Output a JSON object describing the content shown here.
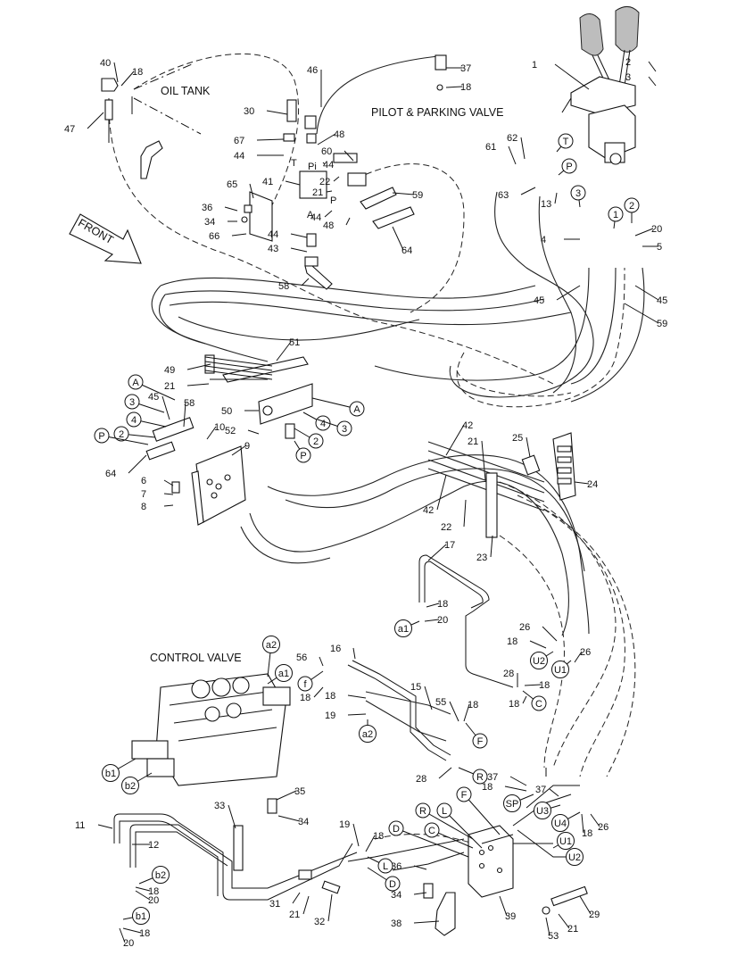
{
  "labels": {
    "oil_tank": "OIL TANK",
    "pilot_parking_valve": "PILOT & PARKING VALVE",
    "front": "FRONT",
    "control_valve": "CONTROL VALVE",
    "port_T": "T",
    "port_Pi": "Pi",
    "port_P": "P",
    "port_A": "A"
  },
  "part_numbers": [
    {
      "id": "n40",
      "text": "40"
    },
    {
      "id": "n18a",
      "text": "18"
    },
    {
      "id": "n47",
      "text": "47"
    },
    {
      "id": "n46",
      "text": "46"
    },
    {
      "id": "n37a",
      "text": "37"
    },
    {
      "id": "n18b",
      "text": "18"
    },
    {
      "id": "n1",
      "text": "1"
    },
    {
      "id": "n2a",
      "text": "2"
    },
    {
      "id": "n3a",
      "text": "3"
    },
    {
      "id": "n30",
      "text": "30"
    },
    {
      "id": "n48a",
      "text": "48"
    },
    {
      "id": "n67",
      "text": "67"
    },
    {
      "id": "n44a",
      "text": "44"
    },
    {
      "id": "n60",
      "text": "60"
    },
    {
      "id": "n44b",
      "text": "44"
    },
    {
      "id": "n41",
      "text": "41"
    },
    {
      "id": "n22a",
      "text": "22"
    },
    {
      "id": "n21a",
      "text": "21"
    },
    {
      "id": "n59a",
      "text": "59"
    },
    {
      "id": "n65",
      "text": "65"
    },
    {
      "id": "n36a",
      "text": "36"
    },
    {
      "id": "n34a",
      "text": "34"
    },
    {
      "id": "n66",
      "text": "66"
    },
    {
      "id": "n44c",
      "text": "44"
    },
    {
      "id": "n48b",
      "text": "48"
    },
    {
      "id": "n44d",
      "text": "44"
    },
    {
      "id": "n43",
      "text": "43"
    },
    {
      "id": "n64a",
      "text": "64"
    },
    {
      "id": "n58a",
      "text": "58"
    },
    {
      "id": "n61",
      "text": "61"
    },
    {
      "id": "n62",
      "text": "62"
    },
    {
      "id": "n63",
      "text": "63"
    },
    {
      "id": "n13",
      "text": "13"
    },
    {
      "id": "n20a",
      "text": "20"
    },
    {
      "id": "n4a",
      "text": "4"
    },
    {
      "id": "n5",
      "text": "5"
    },
    {
      "id": "n45a",
      "text": "45"
    },
    {
      "id": "n45b",
      "text": "45"
    },
    {
      "id": "n59b",
      "text": "59"
    },
    {
      "id": "n51",
      "text": "51"
    },
    {
      "id": "n49",
      "text": "49"
    },
    {
      "id": "n21b",
      "text": "21"
    },
    {
      "id": "n45c",
      "text": "45"
    },
    {
      "id": "n58b",
      "text": "58"
    },
    {
      "id": "n50",
      "text": "50"
    },
    {
      "id": "n10",
      "text": "10"
    },
    {
      "id": "n52",
      "text": "52"
    },
    {
      "id": "n9",
      "text": "9"
    },
    {
      "id": "n64b",
      "text": "64"
    },
    {
      "id": "n6",
      "text": "6"
    },
    {
      "id": "n7",
      "text": "7"
    },
    {
      "id": "n8",
      "text": "8"
    },
    {
      "id": "n42a",
      "text": "42"
    },
    {
      "id": "n21c",
      "text": "21"
    },
    {
      "id": "n25",
      "text": "25"
    },
    {
      "id": "n24",
      "text": "24"
    },
    {
      "id": "n42b",
      "text": "42"
    },
    {
      "id": "n22b",
      "text": "22"
    },
    {
      "id": "n23",
      "text": "23"
    },
    {
      "id": "n17",
      "text": "17"
    },
    {
      "id": "n18c",
      "text": "18"
    },
    {
      "id": "n20b",
      "text": "20"
    },
    {
      "id": "n26a",
      "text": "26"
    },
    {
      "id": "n18d",
      "text": "18"
    },
    {
      "id": "n26b",
      "text": "26"
    },
    {
      "id": "n18e",
      "text": "18"
    },
    {
      "id": "n16",
      "text": "16"
    },
    {
      "id": "n56",
      "text": "56"
    },
    {
      "id": "n18f",
      "text": "18"
    },
    {
      "id": "n15",
      "text": "15"
    },
    {
      "id": "n28a",
      "text": "28"
    },
    {
      "id": "n18g",
      "text": "18"
    },
    {
      "id": "n18h",
      "text": "18"
    },
    {
      "id": "n19a",
      "text": "19"
    },
    {
      "id": "n55",
      "text": "55"
    },
    {
      "id": "n18i",
      "text": "18"
    },
    {
      "id": "n28b",
      "text": "28"
    },
    {
      "id": "n37b",
      "text": "37"
    },
    {
      "id": "n18j",
      "text": "18"
    },
    {
      "id": "n37c",
      "text": "37"
    },
    {
      "id": "n18k",
      "text": "18"
    },
    {
      "id": "n26c",
      "text": "26"
    },
    {
      "id": "n35",
      "text": "35"
    },
    {
      "id": "n33",
      "text": "33"
    },
    {
      "id": "n34b",
      "text": "34"
    },
    {
      "id": "n11",
      "text": "11"
    },
    {
      "id": "n12",
      "text": "12"
    },
    {
      "id": "n19b",
      "text": "19"
    },
    {
      "id": "n18l",
      "text": "18"
    },
    {
      "id": "n18m",
      "text": "18"
    },
    {
      "id": "n20c",
      "text": "20"
    },
    {
      "id": "n31",
      "text": "31"
    },
    {
      "id": "n21d",
      "text": "21"
    },
    {
      "id": "n32",
      "text": "32"
    },
    {
      "id": "n18n",
      "text": "18"
    },
    {
      "id": "n20d",
      "text": "20"
    },
    {
      "id": "n36b",
      "text": "36"
    },
    {
      "id": "n34c",
      "text": "34"
    },
    {
      "id": "n38",
      "text": "38"
    },
    {
      "id": "n39",
      "text": "39"
    },
    {
      "id": "n53",
      "text": "53"
    },
    {
      "id": "n21e",
      "text": "21"
    },
    {
      "id": "n29",
      "text": "29"
    }
  ],
  "port_markers": [
    {
      "id": "mT",
      "text": "T"
    },
    {
      "id": "mP",
      "text": "P"
    },
    {
      "id": "m3a",
      "text": "3"
    },
    {
      "id": "m1a",
      "text": "1"
    },
    {
      "id": "m2a",
      "text": "2"
    },
    {
      "id": "mAa",
      "text": "A"
    },
    {
      "id": "m3b",
      "text": "3"
    },
    {
      "id": "m4b",
      "text": "4"
    },
    {
      "id": "m2b",
      "text": "2"
    },
    {
      "id": "mPb",
      "text": "P"
    },
    {
      "id": "m4c",
      "text": "4"
    },
    {
      "id": "m3c",
      "text": "3"
    },
    {
      "id": "mAb",
      "text": "A"
    },
    {
      "id": "mPc",
      "text": "P"
    },
    {
      "id": "m2c",
      "text": "2"
    },
    {
      "id": "ma2a",
      "text": "a2"
    },
    {
      "id": "ma1a",
      "text": "a1"
    },
    {
      "id": "mfa",
      "text": "f"
    },
    {
      "id": "ma1b",
      "text": "a1"
    },
    {
      "id": "ma2b",
      "text": "a2"
    },
    {
      "id": "mU2a",
      "text": "U2"
    },
    {
      "id": "mU1a",
      "text": "U1"
    },
    {
      "id": "mCa",
      "text": "C"
    },
    {
      "id": "mFa",
      "text": "F"
    },
    {
      "id": "mRa",
      "text": "R"
    },
    {
      "id": "mb1a",
      "text": "b1"
    },
    {
      "id": "mb2a",
      "text": "b2"
    },
    {
      "id": "mSP",
      "text": "SP"
    },
    {
      "id": "mU3",
      "text": "U3"
    },
    {
      "id": "mU4",
      "text": "U4"
    },
    {
      "id": "mU1b",
      "text": "U1"
    },
    {
      "id": "mU2b",
      "text": "U2"
    },
    {
      "id": "mRb",
      "text": "R"
    },
    {
      "id": "mLa",
      "text": "L"
    },
    {
      "id": "mFb",
      "text": "F"
    },
    {
      "id": "mDa",
      "text": "D"
    },
    {
      "id": "mCb",
      "text": "C"
    },
    {
      "id": "mLb",
      "text": "L"
    },
    {
      "id": "mDb",
      "text": "D"
    },
    {
      "id": "mb2b",
      "text": "b2"
    },
    {
      "id": "mb1b",
      "text": "b1"
    }
  ]
}
